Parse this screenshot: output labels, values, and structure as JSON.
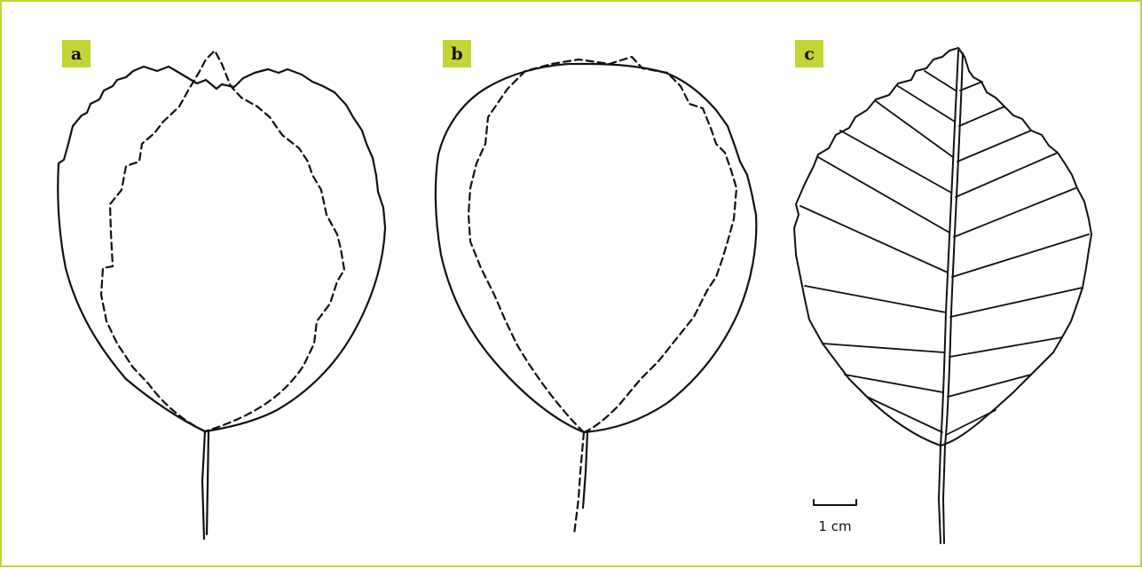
{
  "panels": [
    {
      "label": "a"
    },
    {
      "label": "b"
    },
    {
      "label": "c"
    }
  ],
  "scale_bar": {
    "label": "1 cm"
  },
  "colors": {
    "frame": "#c4d434",
    "label_bg": "#c4d434",
    "ink": "#111111"
  }
}
